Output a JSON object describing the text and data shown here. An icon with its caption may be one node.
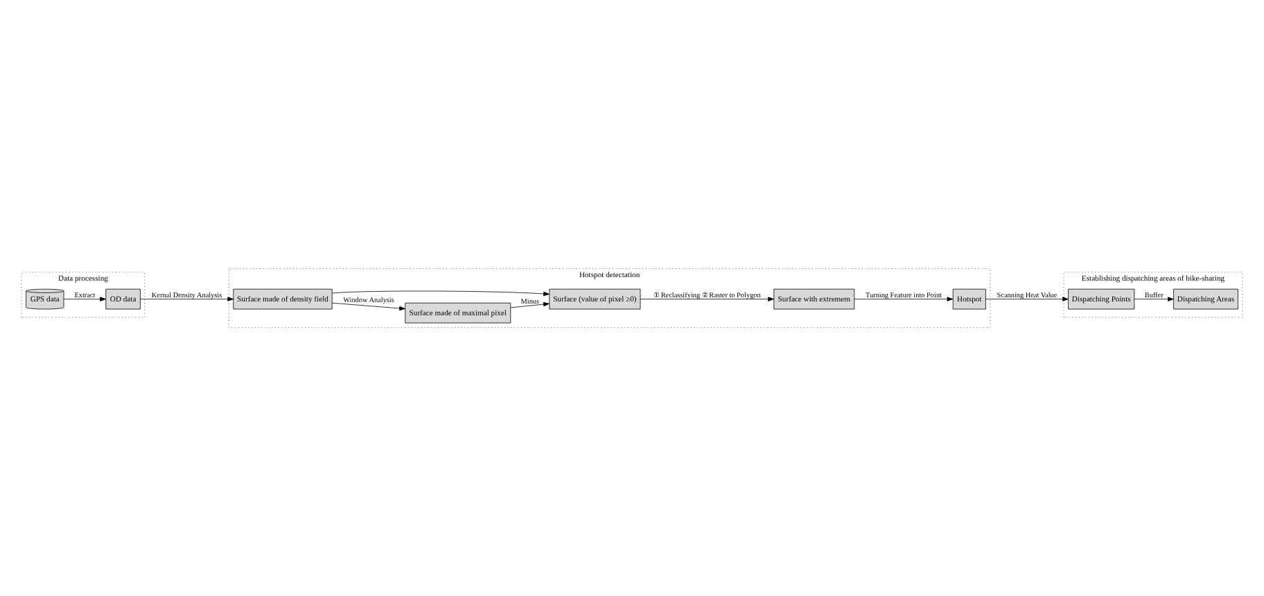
{
  "diagram": {
    "nodes": [
      {
        "text": [
          "Data processing"
        ]
      },
      {
        "text": [
          "GPS data"
        ],
        "in": 0
      },
      {
        "text": [
          "OD data"
        ],
        "in": 0
      },
      {
        "text": [
          "Hotspot detectation"
        ]
      },
      {
        "text": [
          "Surface made of maximal pixel"
        ],
        "in": 3
      },
      {
        "text": [
          "Surface made of density field"
        ],
        "in": 3
      },
      {
        "text": [
          "Surface (value of pixel ≥0)"
        ],
        "in": 3
      },
      {
        "text": [
          "Surface with extremem"
        ],
        "in": 3
      },
      {
        "text": [
          "Hotspot"
        ],
        "in": 3
      },
      {
        "text": [
          "Establishing dispatching areas of bike-sharing"
        ]
      },
      {
        "text": [
          "Dispatching Points"
        ],
        "in": 9
      },
      {
        "text": [
          "Dispatching Areas"
        ],
        "in": 9
      }
    ],
    "edges": [
      {
        "from": 1,
        "to": 2,
        "arrow": "to",
        "label": "Extract"
      },
      {
        "from": 2,
        "to": 5,
        "arrow": "to",
        "label": "Kernal Density Analysis"
      },
      {
        "from": 5,
        "to": 4,
        "arrow": "to",
        "label": "Window Analysis"
      },
      {
        "from": 4,
        "to": 6,
        "arrow": "to",
        "label": "Minus"
      },
      {
        "from": 5,
        "to": 6,
        "arrow": "to"
      },
      {
        "from": 6,
        "to": 7,
        "arrow": "to",
        "label": "① Reclassifying ② Raster to Polygon"
      },
      {
        "from": 7,
        "to": 8,
        "arrow": "to",
        "label": "Turning Feature into Point"
      },
      {
        "from": 8,
        "to": 10,
        "arrow": "to",
        "label": "Scanning Heat Value"
      },
      {
        "from": 10,
        "to": 11,
        "arrow": "to",
        "label": "Buffer"
      }
    ]
  }
}
